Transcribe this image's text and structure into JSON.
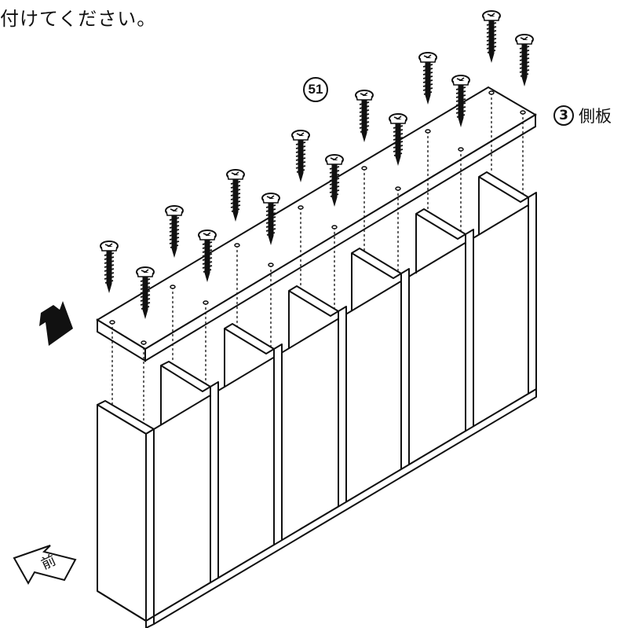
{
  "instruction_text": "付けてください。",
  "screw_part_number": "51",
  "side_panel": {
    "number": "3",
    "label": "側板"
  },
  "front_label": "前",
  "screw_count": 14,
  "colors": {
    "line": "#111111",
    "background": "#ffffff"
  },
  "icons": [
    "down-arrow-icon",
    "screw-icon",
    "front-direction-arrow-icon"
  ]
}
